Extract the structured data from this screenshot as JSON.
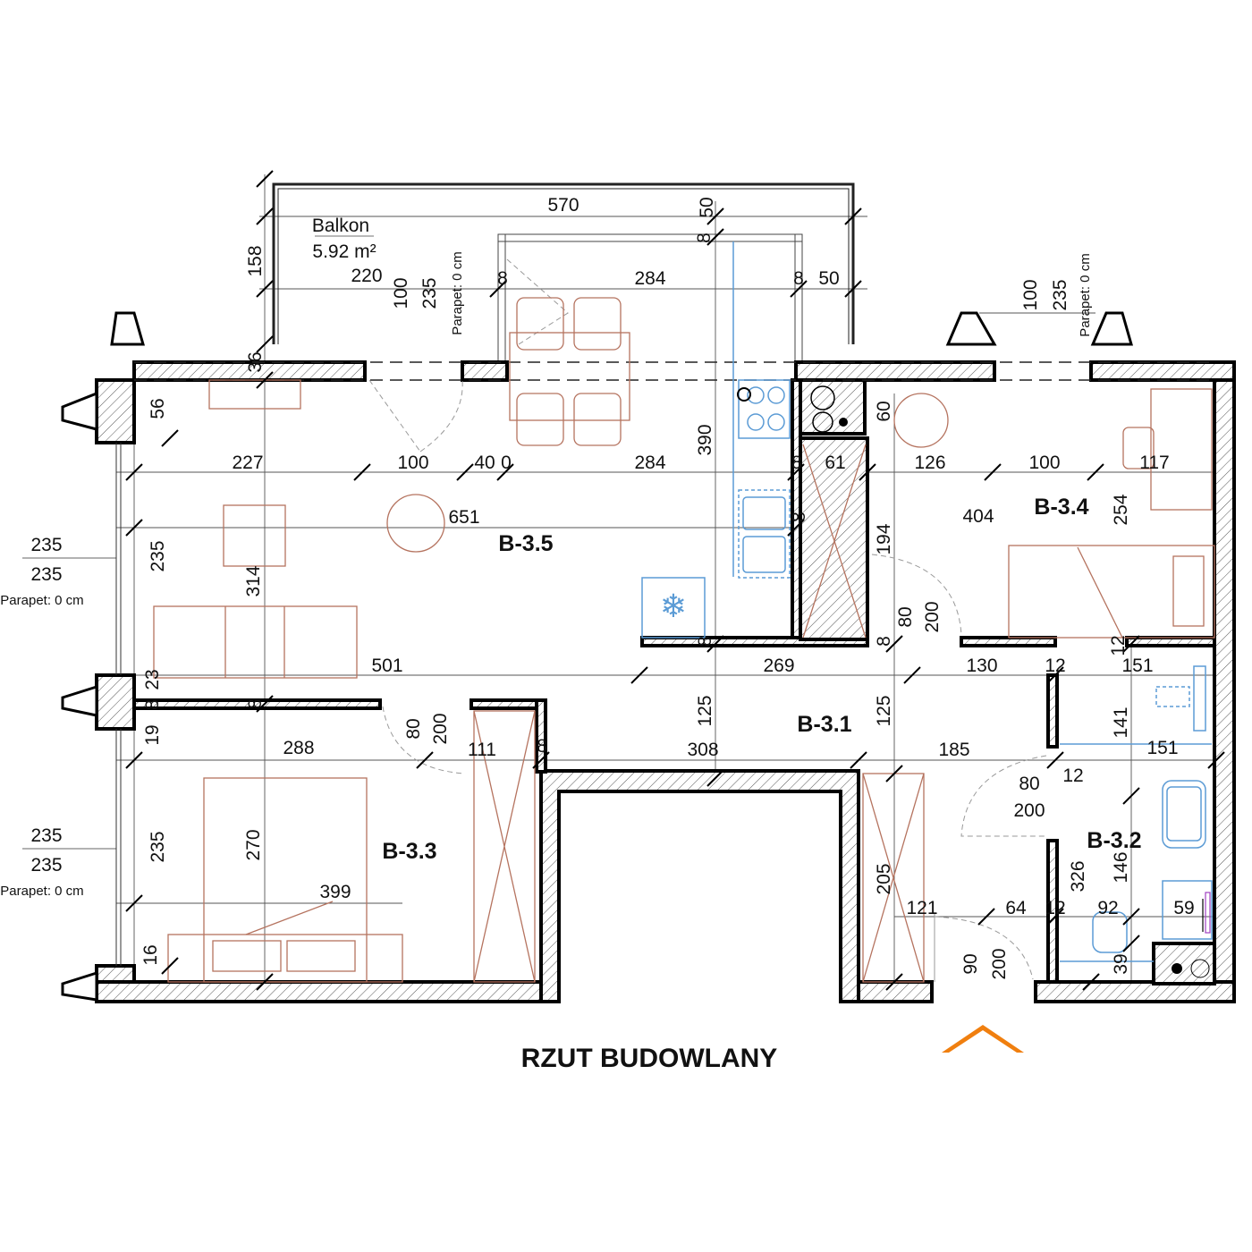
{
  "title": "RZUT BUDOWLANY",
  "balcony": {
    "label": "Balkon",
    "area": "5.92 m²"
  },
  "rooms": {
    "b35": "B-3.5",
    "b34": "B-3.4",
    "b33": "B-3.3",
    "b32": "B-3.2",
    "b31": "B-3.1"
  },
  "windows": {
    "left_upper": {
      "width": "235",
      "height": "235",
      "sill": "Parapet: 0 cm"
    },
    "left_lower": {
      "width": "235",
      "height": "235",
      "sill": "Parapet: 0 cm"
    },
    "balcony_door": {
      "width": "100",
      "height": "235",
      "sill": "Parapet: 0 cm"
    },
    "right_top": {
      "width": "100",
      "height": "235",
      "sill": "Parapet: 0 cm"
    }
  },
  "dimensions": [
    "570",
    "50",
    "158",
    "220",
    "8",
    "284",
    "8",
    "50",
    "8",
    "36",
    "56",
    "390",
    "60",
    "227",
    "100",
    "40",
    "0",
    "284",
    "8",
    "61",
    "126",
    "100",
    "117",
    "651",
    "404",
    "254",
    "8",
    "194",
    "235",
    "314",
    "80",
    "200",
    "8",
    "8",
    "501",
    "269",
    "130",
    "12",
    "151",
    "12",
    "23",
    "8",
    "19",
    "8",
    "125",
    "125",
    "141",
    "288",
    "80",
    "200",
    "111",
    "8",
    "308",
    "185",
    "151",
    "80",
    "12",
    "200",
    "235",
    "270",
    "146",
    "326",
    "205",
    "399",
    "121",
    "64",
    "12",
    "92",
    "59",
    "16",
    "90",
    "200",
    "39"
  ],
  "colors": {
    "furniture": "#b5735f",
    "kitchen": "#5b9bd5",
    "entrance": "#f07f0f"
  }
}
